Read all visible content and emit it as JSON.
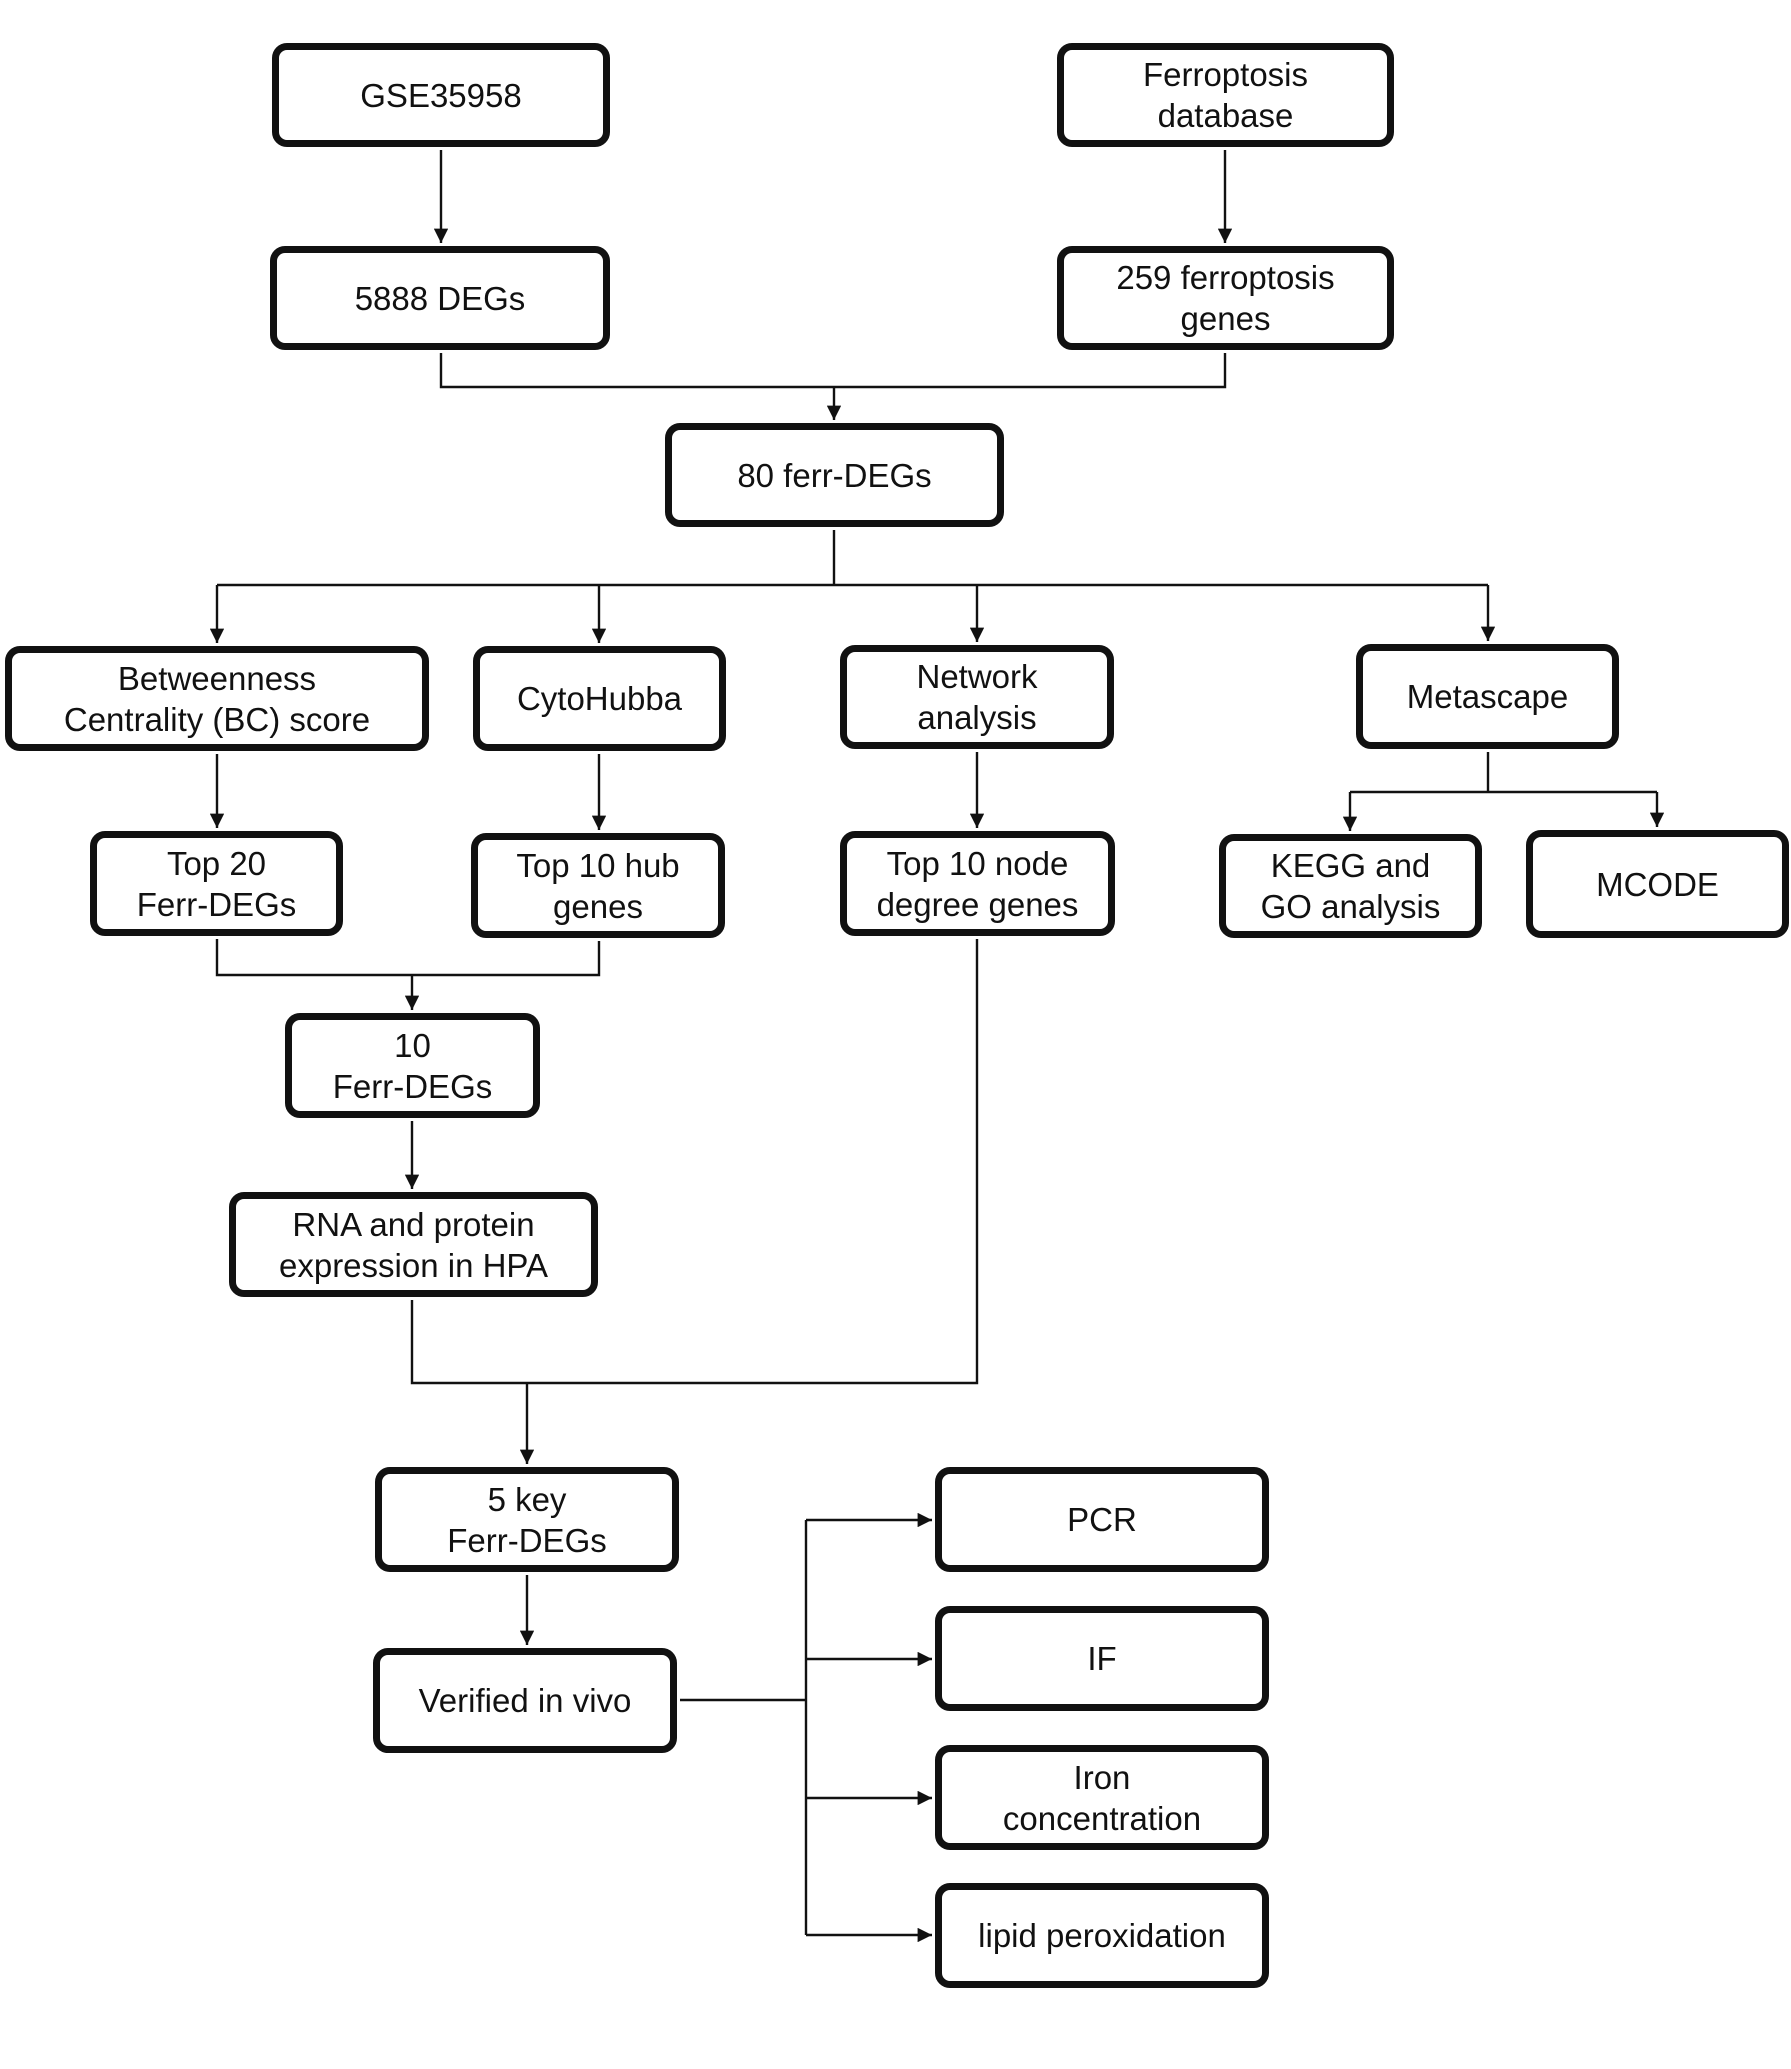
{
  "nodes": {
    "gse": "GSE35958",
    "ferrdb": "Ferroptosis\ndatabase",
    "degs": "5888 DEGs",
    "ferrgenes": "259 ferroptosis\ngenes",
    "ferr80": "80 ferr-DEGs",
    "bc": "Betweenness\nCentrality (BC) score",
    "cyto": "CytoHubba",
    "network": "Network\nanalysis",
    "meta": "Metascape",
    "top20": "Top 20\nFerr-DEGs",
    "top10hub": "Top 10 hub\ngenes",
    "top10node": "Top 10 node\ndegree genes",
    "kegg": "KEGG and\nGO analysis",
    "mcode": "MCODE",
    "ferr10": "10\nFerr-DEGs",
    "rna": "RNA and protein\nexpression in HPA",
    "key5": "5 key\nFerr-DEGs",
    "vivo": "Verified in vivo",
    "pcr": "PCR",
    "if": "IF",
    "iron": "Iron\nconcentration",
    "lipid": "lipid peroxidation"
  }
}
